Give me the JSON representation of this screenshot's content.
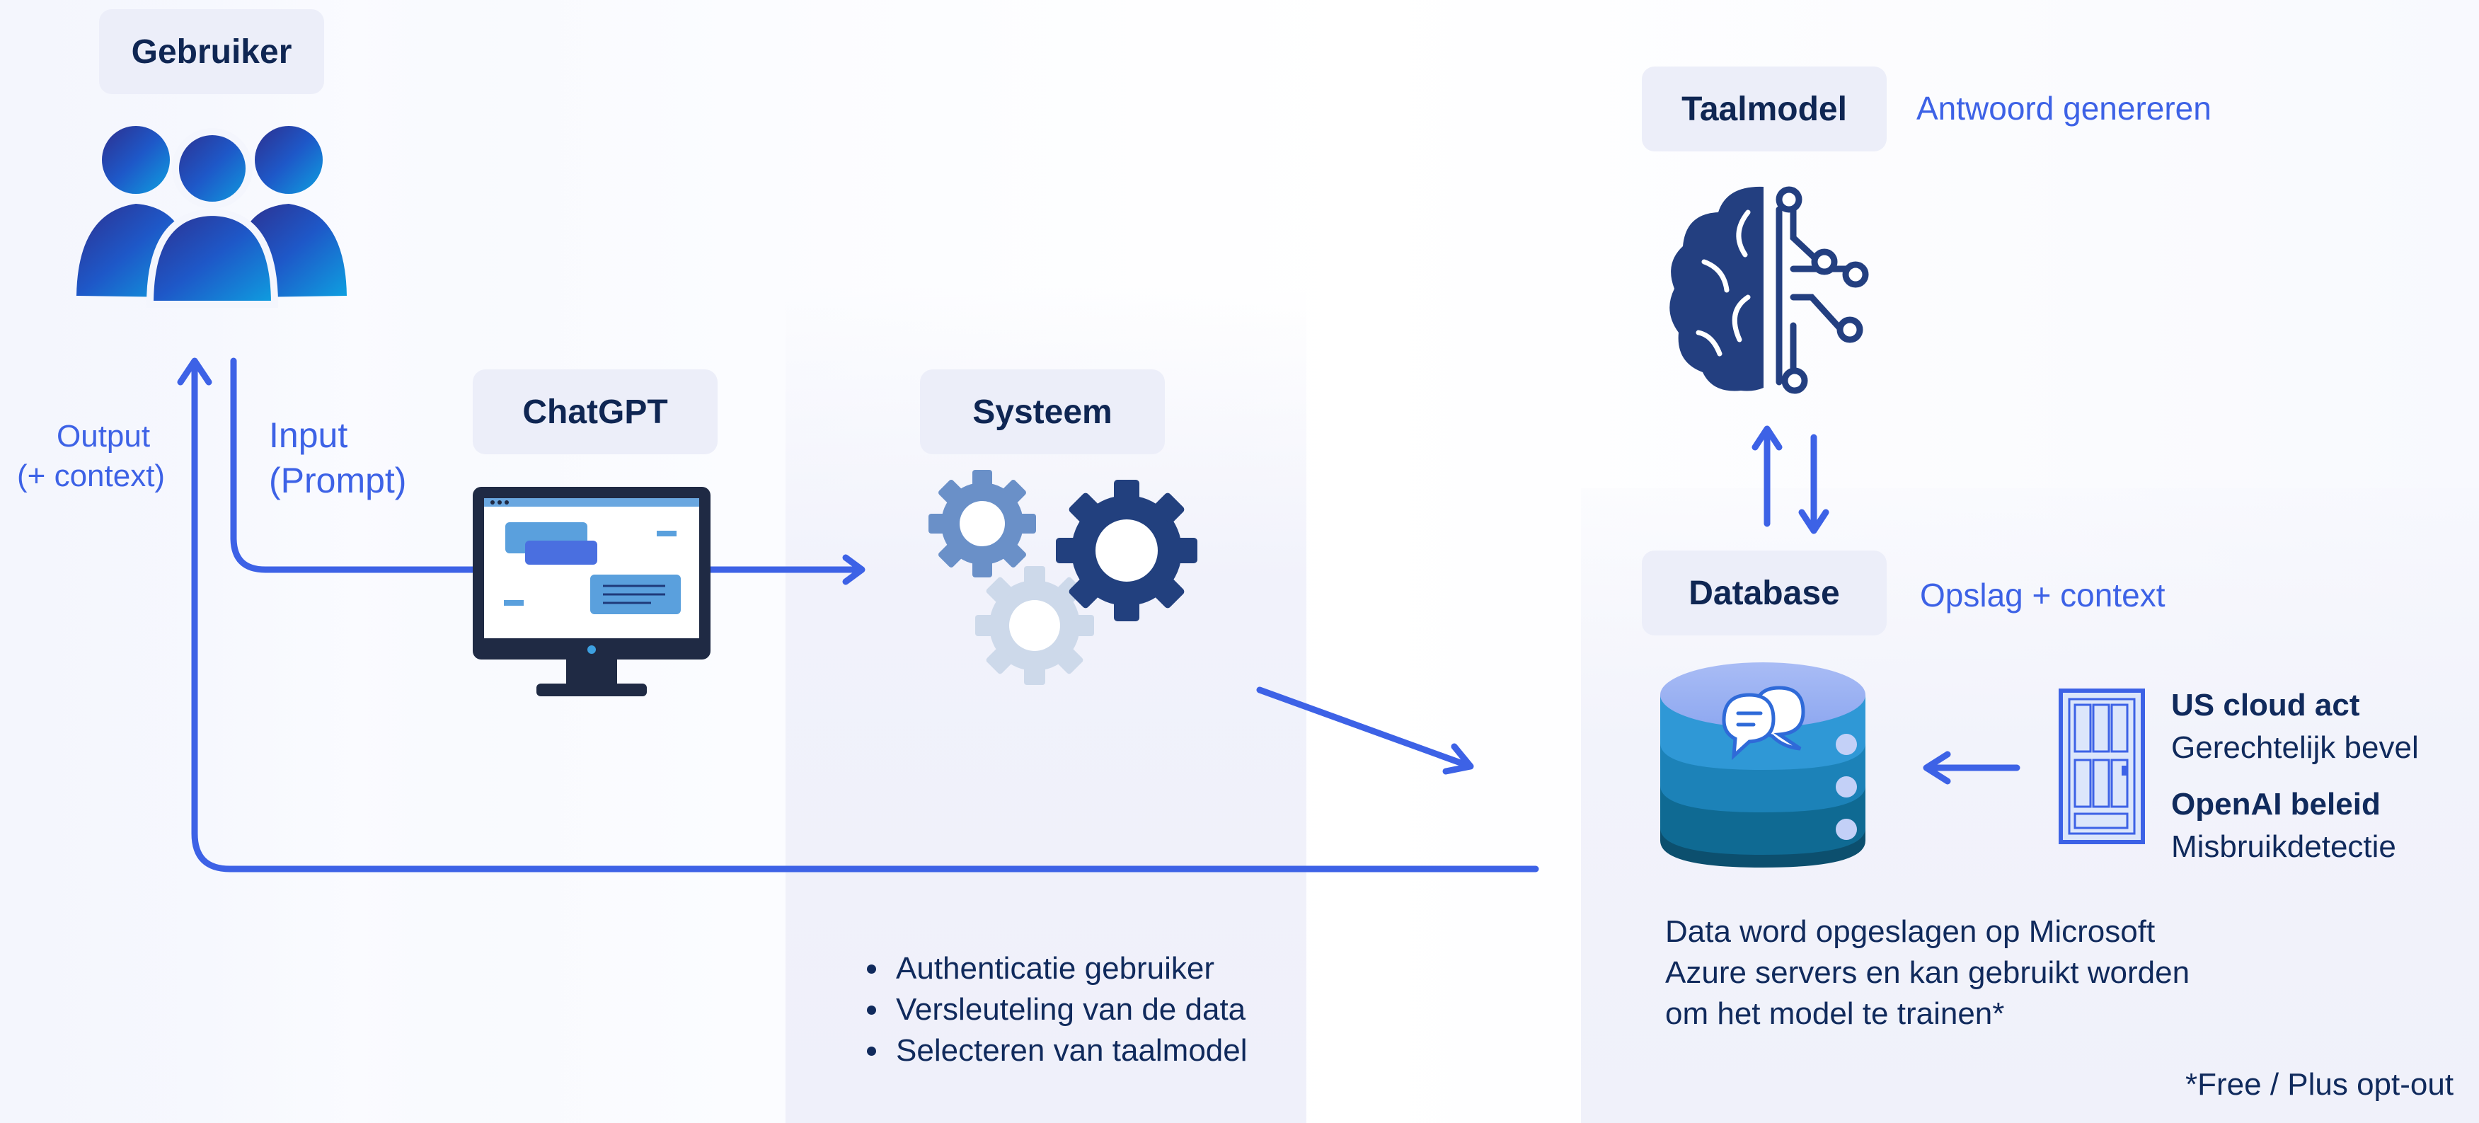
{
  "nodes": {
    "user": "Gebruiker",
    "chatgpt": "ChatGPT",
    "system": "Systeem",
    "llm": "Taalmodel",
    "database": "Database"
  },
  "annotations": {
    "output_line1": "Output",
    "output_line2": "(+ context)",
    "input_line1": "Input",
    "input_line2": "(Prompt)",
    "llm_note": "Antwoord genereren",
    "database_note": "Opslag + context"
  },
  "access": {
    "us_title": "US cloud act",
    "us_sub": "Gerechtelijk bevel",
    "openai_title": "OpenAI beleid",
    "openai_sub": "Misbruikdetectie"
  },
  "system_functions": [
    "Authenticatie gebruiker",
    "Versleuteling van de data",
    "Selecteren van taalmodel"
  ],
  "storage_note": {
    "line1": "Data word opgeslagen op Microsoft",
    "line2": "Azure servers en kan gebruikt worden",
    "line3": "om het model te trainen*"
  },
  "footnote": "*Free / Plus opt-out",
  "colors": {
    "arrow": "#3d62e6",
    "dark_navy": "#1e3a7a",
    "label_bg": "#eceef9"
  }
}
